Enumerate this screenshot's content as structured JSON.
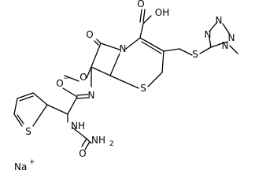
{
  "atoms": {
    "ring_carbonyl_o": "O",
    "cooh": "OH",
    "cooh_o": "O",
    "methoxy_o": "O",
    "lactam_n": "N",
    "thiazine_s": "S",
    "thioether_s": "S",
    "imine_n": "N",
    "alkoxide_o": "O",
    "alkoxide_charge": "−",
    "thiophene_s": "S",
    "urea_nh": "NH",
    "urea_nh2": "NH",
    "urea_nh2_sub": "2",
    "urea_o": "O",
    "tz_n1": "N",
    "tz_n2": "N",
    "tz_n3": "N",
    "tz_n4": "N",
    "sodium": "Na",
    "sodium_charge": "+"
  },
  "colors": {
    "bond": "#000000",
    "text": "#000000",
    "background": "#ffffff"
  }
}
